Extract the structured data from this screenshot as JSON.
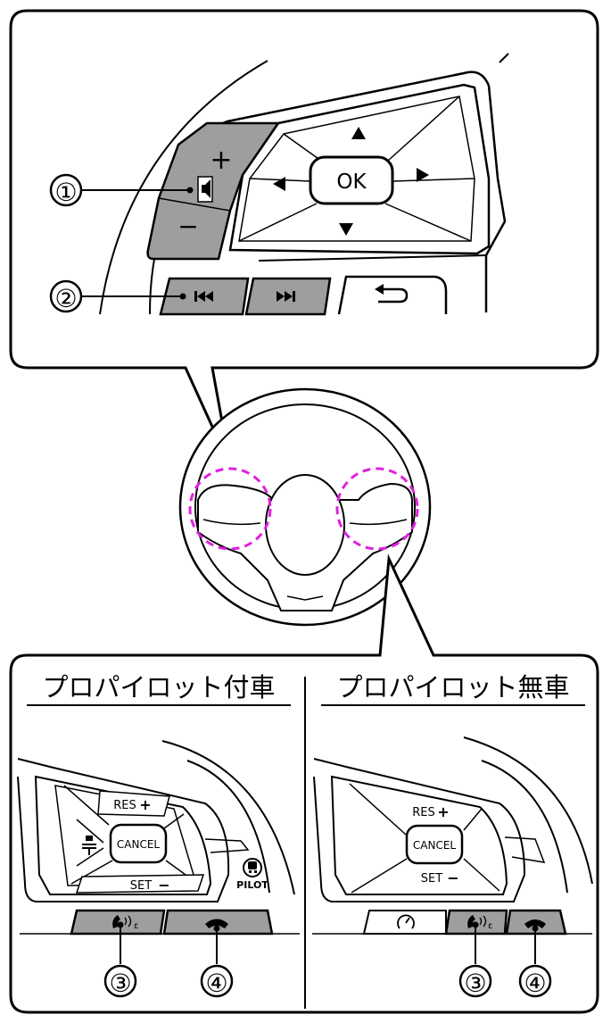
{
  "colors": {
    "highlight_fill": "#9e9e9e",
    "outline": "#000000",
    "dash_circle": "#e020e0",
    "background": "#ffffff"
  },
  "callouts": {
    "c1": "①",
    "c2": "②",
    "c3_left": "③",
    "c4_left": "④",
    "c3_right": "③",
    "c4_right": "④"
  },
  "top_panel": {
    "vol_plus": "+",
    "vol_minus": "−",
    "ok_label": "OK",
    "icons": [
      "volume-icon",
      "arrow-up-icon",
      "arrow-down-icon",
      "arrow-left-icon",
      "arrow-right-icon",
      "prev-track-icon",
      "next-track-icon",
      "back-icon"
    ]
  },
  "left_panel": {
    "heading": "プロパイロット付車",
    "res_label": "RES",
    "res_sign": "+",
    "cancel_label": "CANCEL",
    "set_label": "SET",
    "set_sign": "−",
    "pilot_label": "PILOT",
    "icons": [
      "lane-assist-icon",
      "propilot-icon",
      "voice-call-icon",
      "hang-up-icon"
    ]
  },
  "right_panel": {
    "heading": "プロパイロット無車",
    "res_label": "RES",
    "res_sign": "+",
    "cancel_label": "CANCEL",
    "set_label": "SET",
    "set_sign": "−",
    "icons": [
      "speed-limiter-icon",
      "voice-call-icon",
      "hang-up-icon"
    ]
  }
}
